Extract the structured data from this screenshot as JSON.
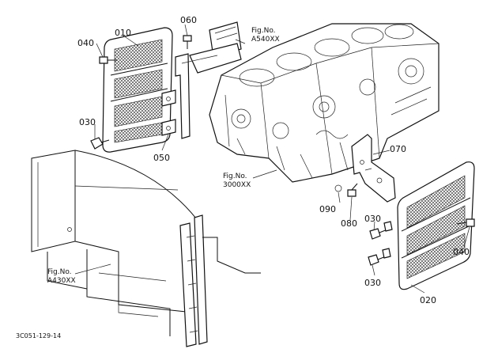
{
  "part_labels": {
    "p010": "010",
    "p020": "020",
    "p030_left": "030",
    "p030_right_top": "030",
    "p030_right_bottom": "030",
    "p040_left": "040",
    "p040_right": "040",
    "p050": "050",
    "p060": "060",
    "p070": "070",
    "p080": "080",
    "p090": "090"
  },
  "fig_refs": {
    "a540": {
      "line1": "Fig.No.",
      "line2": "A540XX"
    },
    "f3000": {
      "line1": "Fig.No.",
      "line2": "3000XX"
    },
    "a430": {
      "line1": "Fig.No.",
      "line2": "A430XX"
    }
  },
  "diagram_code": "3C051-129-14"
}
